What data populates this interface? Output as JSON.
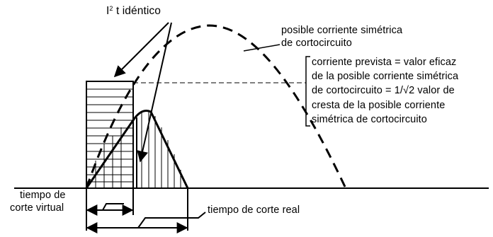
{
  "labels": {
    "i2t_base": "I",
    "i2t_exp": "2",
    "i2t_rest": " t idéntico",
    "curve_line1": "posible corriente simétrica",
    "curve_line2": "de cortocircuito",
    "prevista_lines": [
      "corriente prevista = valor eficaz",
      "de la posible corriente simétrica",
      "de cortocircuito = 1/√2 valor de",
      "cresta de la posible corriente",
      "simétrica de cortocircuito"
    ],
    "virtual_line1": "tiempo de",
    "virtual_line2": "corte virtual",
    "real": "tiempo de corte real"
  },
  "colors": {
    "ink": "#000000",
    "background": "#ffffff"
  }
}
